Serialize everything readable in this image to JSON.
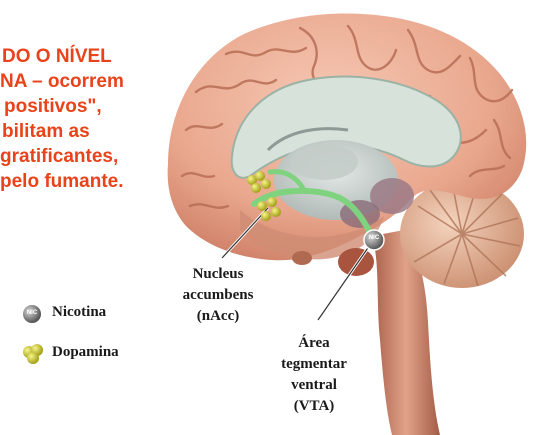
{
  "caption": {
    "lines": [
      "DO O NÍVEL",
      "NA – ocorrem",
      "positivos\",",
      "bilitam as",
      "gratificantes,",
      "pelo fumante."
    ],
    "color": "#e8431a"
  },
  "labels": {
    "nacc": [
      "Nucleus",
      "accumbens",
      "(nAcc)"
    ],
    "vta": [
      "Área",
      "tegmentar",
      "ventral",
      "(VTA)"
    ]
  },
  "legend": {
    "nicotine": {
      "label": "Nicotina",
      "icon": "nicotine-molecule-icon",
      "badge": "NIC"
    },
    "dopamine": {
      "label": "Dopamina",
      "icon": "dopamine-molecule-icon"
    }
  },
  "colors": {
    "cortex": "#e7a58b",
    "pathway": "#7fd37f",
    "dopamine": "#d9d21c",
    "nicotine": "#8a8a8a",
    "spinal": "#c98366"
  }
}
